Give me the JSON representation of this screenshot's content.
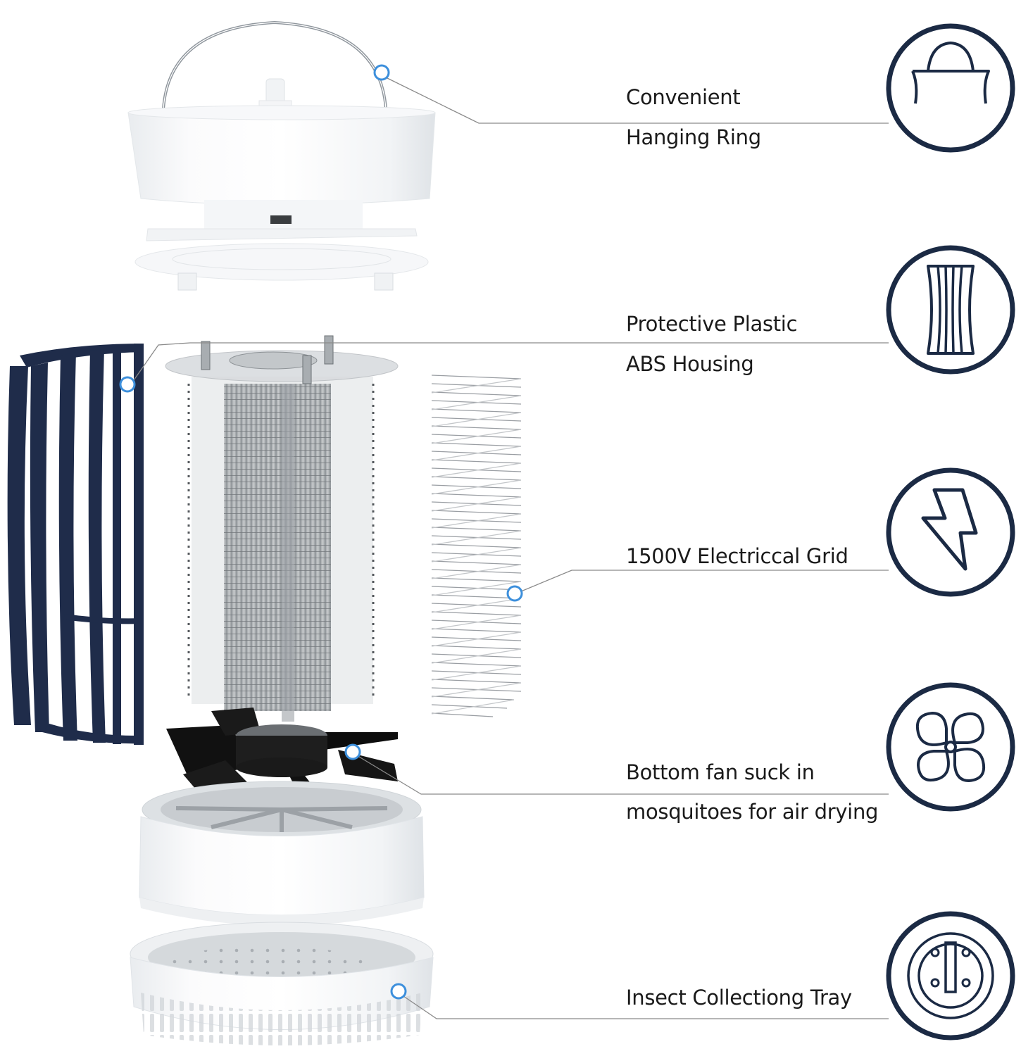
{
  "diagram": {
    "type": "exploded-product-view",
    "subject": "Bug zapper / mosquito lamp",
    "colors": {
      "icon_stroke": "#1b2a44",
      "cage": "#1f2c4a",
      "leader_line": "#8a8a8a",
      "marker_ring": "#3c8fdc",
      "text": "#1a1a1a"
    },
    "callouts": [
      {
        "id": "hanging-ring",
        "lines": [
          "Convenient",
          "Hanging Ring"
        ],
        "icon": "hanging-basket-icon"
      },
      {
        "id": "abs-housing",
        "lines": [
          "Protective Plastic",
          "ABS Housing"
        ],
        "icon": "cage-housing-icon"
      },
      {
        "id": "electrical-grid",
        "lines": [
          "1500V  Electriccal Grid"
        ],
        "icon": "lightning-bolt-icon"
      },
      {
        "id": "bottom-fan",
        "lines": [
          "Bottom fan suck in",
          "mosquitoes for air drying"
        ],
        "icon": "fan-icon"
      },
      {
        "id": "collecting-tray",
        "lines": [
          "Insect Collectiong Tray"
        ],
        "icon": "tray-icon"
      }
    ],
    "components": [
      "top-cap-with-hanging-ring",
      "navy-protective-cage",
      "uv-lamp-core-with-mesh",
      "electrical-grid-coil",
      "black-fan",
      "white-base",
      "insect-collecting-tray"
    ]
  }
}
